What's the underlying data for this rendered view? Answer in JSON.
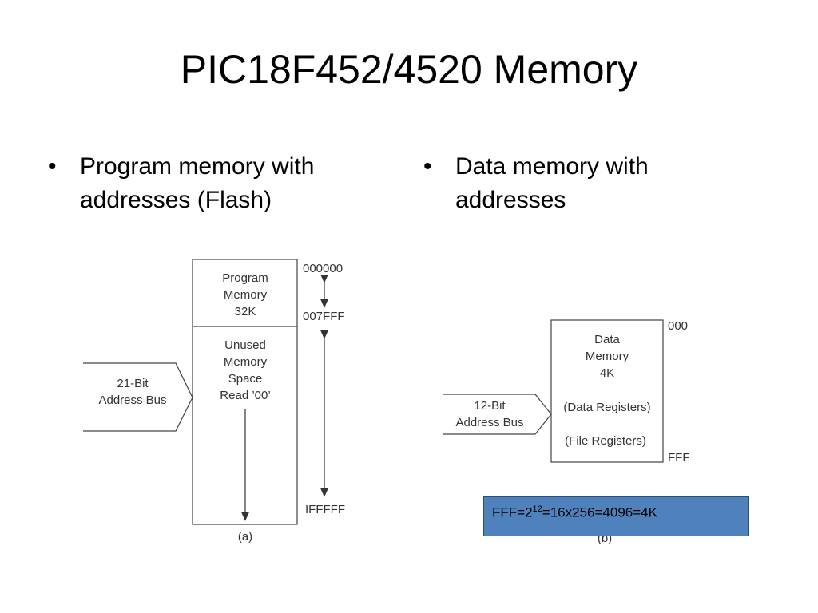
{
  "title": "PIC18F452/4520 Memory",
  "bullets": {
    "left": {
      "line1": "Program memory with",
      "line2": "addresses (Flash)"
    },
    "right": {
      "line1": "Data memory with",
      "line2": "addresses"
    }
  },
  "program_memory": {
    "top_label": [
      "Program",
      "Memory",
      "32K"
    ],
    "unused_label": [
      "Unused",
      "Memory",
      "Space",
      "Read ’00’"
    ],
    "address_bus": [
      "21-Bit",
      "Address Bus"
    ],
    "addr_start": "000000",
    "addr_mid": "007FFF",
    "addr_end": "IFFFFF",
    "caption": "(a)"
  },
  "data_memory": {
    "label": [
      "Data",
      "Memory",
      "4K"
    ],
    "data_registers": "(Data Registers)",
    "file_registers": "(File Registers)",
    "address_bus": [
      "12-Bit",
      "Address Bus"
    ],
    "addr_start": "000",
    "addr_end": "FFF",
    "caption": "(b)"
  },
  "note": {
    "prefix": "FFF=2",
    "exponent": "12",
    "suffix": "=16x256=4096=4K",
    "color": "#4f81bd"
  }
}
